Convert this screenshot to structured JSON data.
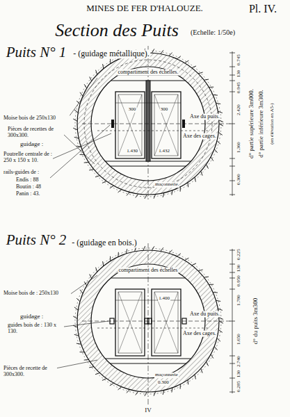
{
  "diagram": {
    "title": "Section des Puits",
    "labels": [
      "MINES DE FER D'HALOUZE.",
      "Pl. IV.",
      "(Echelle: 1/50e)",
      "Puits N° 1",
      "- (guidage métallique).",
      "compartiment des échelles.",
      "Moise bois de 250x130",
      "Pièces de recettes de 300x300.",
      "guidage :",
      "Poutrelle centrale de : 250 x 150 x 10.",
      "rails-guides de :",
      "Endis : 88",
      "Boutin : 48",
      "Panin : 43.",
      "Axe du puits.",
      "Axe des cages.",
      "maçonnerie.",
      "d° partie supérieure 3m000.",
      "d° partie inférieure 3m300.",
      "(en élévation en A5-)",
      "0.745",
      "130",
      "0.945",
      "2.420",
      "1.360",
      "0.300",
      "300",
      "300",
      "1.430",
      "1.432",
      "Puits N° 2",
      "- (guidage en bois.)",
      "compartiment des échelles",
      "Moise bois de : 250x130",
      "guidage :",
      "guides bois de : 130 x 130.",
      "Pièces de recette de 300x300.",
      "Axe du puits.",
      "Axe des cages.",
      "d° du puits 3m300",
      "0.225",
      "130",
      "0.950",
      "1.780",
      "1.650",
      "2.740",
      "130",
      "0.285",
      "1.400",
      "maçonnerie",
      "0.300",
      "IV"
    ]
  }
}
